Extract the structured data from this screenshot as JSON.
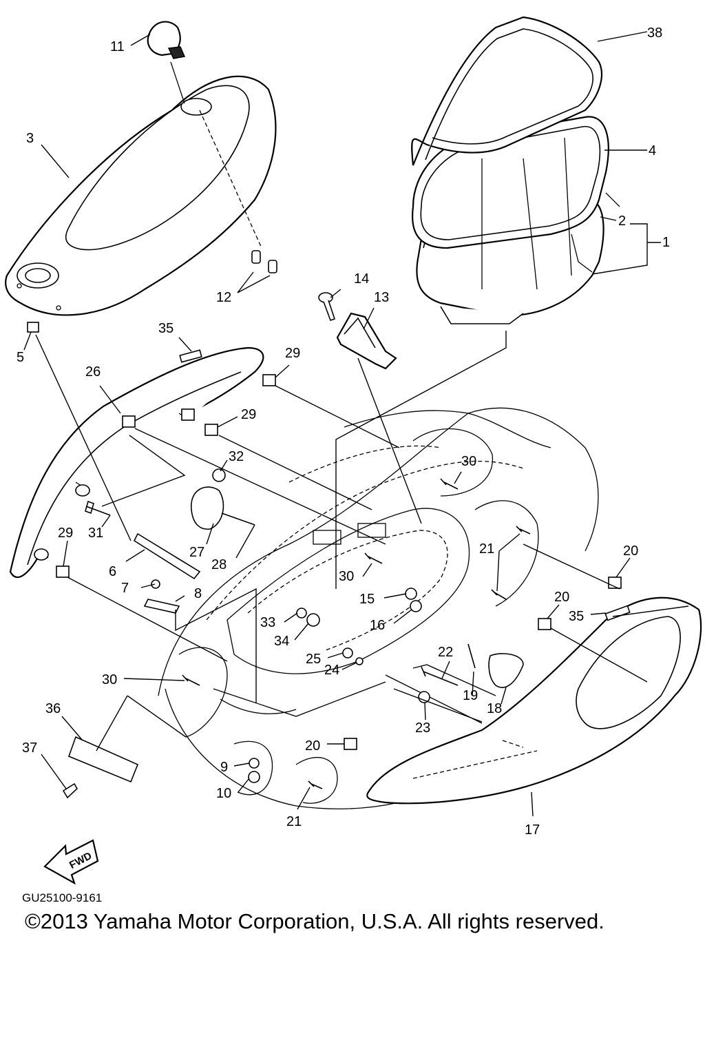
{
  "document_code": "GU25100-9161",
  "copyright": "©2013 Yamaha Motor Corporation, U.S.A. All rights reserved.",
  "fwd_label": "FWD",
  "labels": {
    "p1": "1",
    "p2": "2",
    "p3": "3",
    "p4": "4",
    "p5": "5",
    "p6": "6",
    "p7": "7",
    "p8": "8",
    "p9": "9",
    "p10": "10",
    "p11": "11",
    "p12": "12",
    "p13": "13",
    "p14": "14",
    "p15": "15",
    "p16": "16",
    "p17": "17",
    "p18": "18",
    "p19": "19",
    "p20": "20",
    "p21": "21",
    "p22": "22",
    "p23": "23",
    "p24": "24",
    "p25": "25",
    "p26": "26",
    "p27": "27",
    "p28": "28",
    "p29": "29",
    "p30": "30",
    "p31": "31",
    "p32": "32",
    "p33": "33",
    "p34": "34",
    "p35": "35",
    "p36": "36",
    "p37": "37",
    "p38": "38"
  }
}
